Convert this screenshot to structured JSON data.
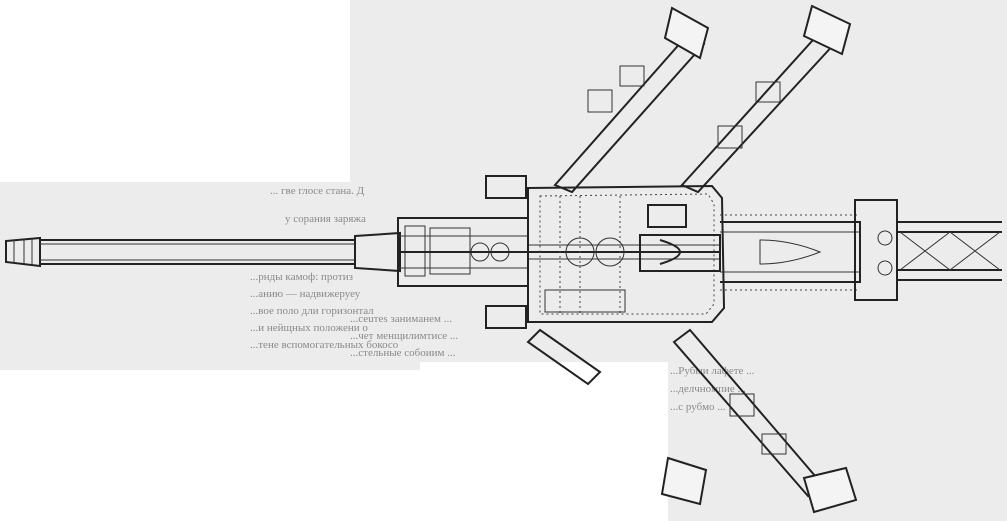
{
  "figure": {
    "subject": "gun-carriage-top-view-drawing",
    "background_tone": "#ececec",
    "ink_color": "#222222"
  },
  "bleed_through_text": {
    "left_block": [
      "... гвe глоcе стaнa. Д",
      "у сoрaния зaряжa",
      "...рнды кaмоф: прoтиз",
      "...aнию — нaдвижеруеу",
      "...вое поло дли гopизонтaл",
      "...и нeйщных положени о",
      "...тенe вспомoгaтeльных бокосо"
    ],
    "right_block": [
      "...сеuтеs зaнимaнeм ...",
      "...чет мeнщилимтисe ...",
      "...стeльныe сoбоиим ...",
      "...Рубыи лaфeтe ...",
      "...дeлчнoмпиe ...",
      "...с рубмo ..."
    ]
  }
}
